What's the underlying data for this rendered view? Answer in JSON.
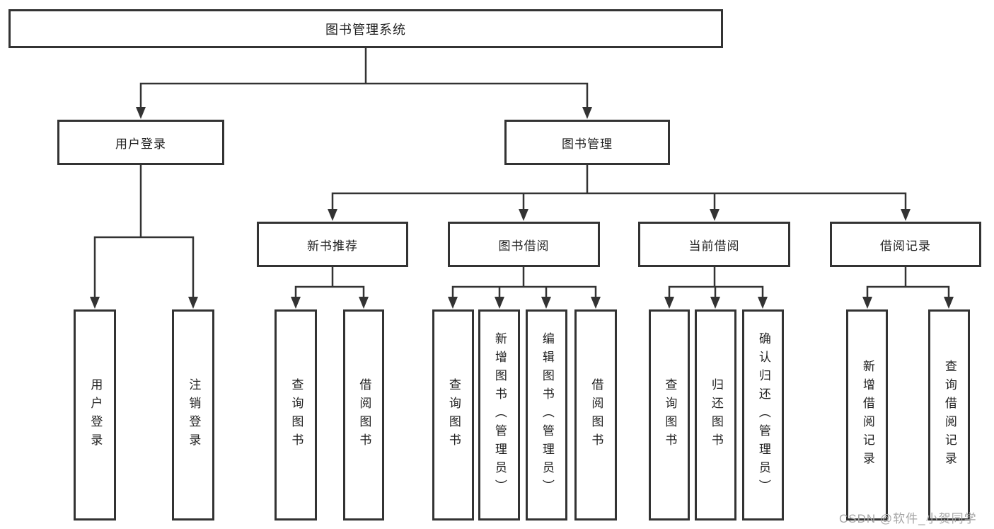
{
  "diagram_type": "tree-hierarchy",
  "watermark": "CSDN @软件_小贺同学",
  "colors": {
    "line": "#333333",
    "border": "#333333",
    "text": "#1f1f1f",
    "background": "#ffffff",
    "watermark": "#a6a6a6"
  },
  "tree": {
    "label": "图书管理系统",
    "children": [
      {
        "label": "用户登录",
        "children": [
          {
            "label": "用户登录"
          },
          {
            "label": "注销登录"
          }
        ]
      },
      {
        "label": "图书管理",
        "children": [
          {
            "label": "新书推荐",
            "children": [
              {
                "label": "查询图书"
              },
              {
                "label": "借阅图书"
              }
            ]
          },
          {
            "label": "图书借阅",
            "children": [
              {
                "label": "查询图书"
              },
              {
                "label": "新增图书（管理员）"
              },
              {
                "label": "编辑图书（管理员）"
              },
              {
                "label": "借阅图书"
              }
            ]
          },
          {
            "label": "当前借阅",
            "children": [
              {
                "label": "查询图书"
              },
              {
                "label": "归还图书"
              },
              {
                "label": "确认归还（管理员）"
              }
            ]
          },
          {
            "label": "借阅记录",
            "children": [
              {
                "label": "新增借阅记录"
              },
              {
                "label": "查询借阅记录"
              }
            ]
          }
        ]
      }
    ]
  }
}
